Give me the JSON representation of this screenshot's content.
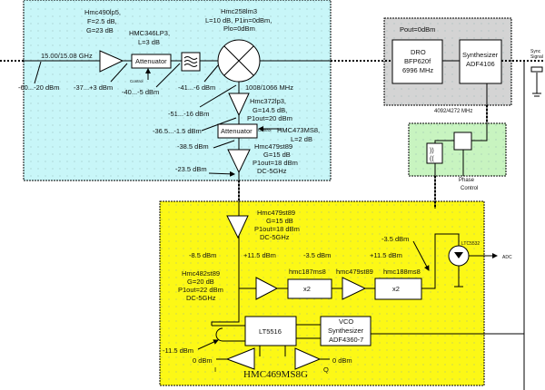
{
  "colors": {
    "rf_panel": "#c8f6f8",
    "lo_panel": "#d4d4d4",
    "phase_panel": "#c8f4c0",
    "if_panel": "#fcf816"
  },
  "rf": {
    "input_freq": "15.00/15.08 GHz",
    "input_level": "-60...-20 dBm",
    "amp1": {
      "l1": "Hmc490lp5,",
      "l2": "F=2.5 dB,",
      "l3": "G=23 dB"
    },
    "amp1_out": "-37...+3 dBm",
    "att1": {
      "label": "Attenuator",
      "l1": "HMC346LP3,",
      "l2": "L=3 dB",
      "control": "Control"
    },
    "att1_out": "-40...-5 dBm",
    "filt_out": "-41...-6 dBm",
    "mixer": {
      "l1": "Hmc258lm3",
      "l2": "L=10 dB, P1in=0dBm,",
      "l3": "Plo=0dBm"
    },
    "if_freq": "1008/1066 MHz",
    "mixer_out": "-51...-16 dBm",
    "amp2": {
      "l1": "Hmc372lp3,",
      "l2": "G=14.5 dB,",
      "l3": "P1out=20 dBm"
    },
    "amp2_out": "-36.5...-1.5 dBm",
    "att2": {
      "label": "Attenuator",
      "control": "Control",
      "l1": "HMC473MS8,",
      "l2": "L=2 dB"
    },
    "att2_out": "-38.5 dBm",
    "amp3": {
      "l1": "Hmc479st89",
      "l2": "G=15 dB",
      "l3": "P1out=18 dBm",
      "l4": "DC-5GHz"
    },
    "amp3_out": "-23.5 dBm"
  },
  "lo": {
    "pout": "Pout=0dBm",
    "dro": {
      "l1": "DRO",
      "l2": "BFP620f",
      "l3": "6996 MHz"
    },
    "synth": {
      "l1": "Synthesizer",
      "l2": "ADF4106"
    },
    "freq": "4092/4272 MHz",
    "phase_control": {
      "l1": "Phase",
      "l2": "Control"
    },
    "sync": {
      "l1": "Sync",
      "l2": "Signal"
    }
  },
  "ifb": {
    "amp4": {
      "l1": "Hmc479st89",
      "l2": "G=15 dB",
      "l3": "P1out=18 dBm",
      "l4": "DC-5GHz"
    },
    "amp4_out": "-8.5 dBm",
    "amp5": {
      "l1": "Hmc482st89",
      "l2": "G=20 dB",
      "l3": "P1out=22 dBm",
      "l4": "DC-5GHz"
    },
    "lvl1": "+11.5 dBm",
    "mult1": {
      "name": "hmc187ms8",
      "label": "x2"
    },
    "lvl2": "-3.5 dBm",
    "amp6": "hmc479st89",
    "lvl3": "+11.5 dBm",
    "mult2": {
      "name": "hmc188ms8",
      "label": "x2"
    },
    "lvl4": "-3.5 dBm",
    "detector": "LTC5532",
    "adc": "ADC",
    "demod": "LT5516",
    "vco": {
      "l1": "VCO",
      "l2": "Synthesizer",
      "l3": "ADF4360-7"
    },
    "demod_in": "-11.5 dBm",
    "out_i": "0 dBm",
    "i": "I",
    "out_q": "0 dBm",
    "q": "Q",
    "bb_amp": "HMC469MS8G"
  }
}
